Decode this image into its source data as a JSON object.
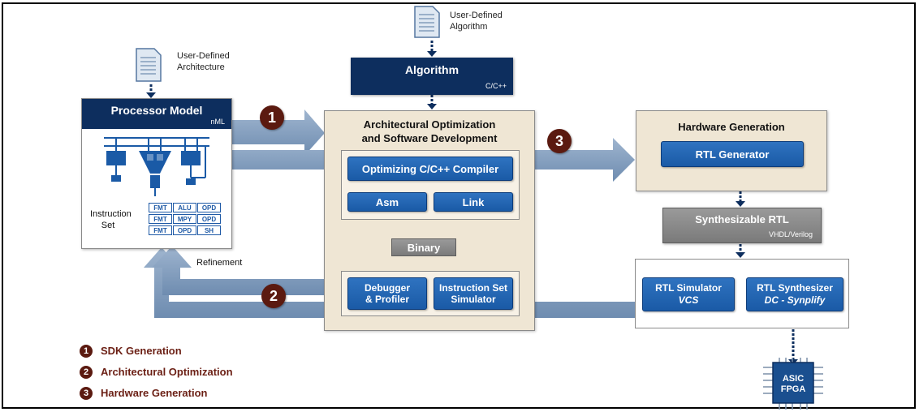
{
  "top_doc": {
    "label_line1": "User-Defined",
    "label_line2": "Algorithm"
  },
  "left_doc": {
    "label_line1": "User-Defined",
    "label_line2": "Architecture"
  },
  "algorithm_box": {
    "title": "Algorithm",
    "tag": "C/C++"
  },
  "processor_model": {
    "title": "Processor Model",
    "tag": "nML",
    "instruction_set_line1": "Instruction",
    "instruction_set_line2": "Set",
    "table": [
      [
        "FMT",
        "ALU",
        "OPD"
      ],
      [
        "FMT",
        "MPY",
        "OPD"
      ],
      [
        "FMT",
        "OPD",
        "SH"
      ]
    ]
  },
  "arch_opt": {
    "title_line1": "Architectural Optimization",
    "title_line2": "and Software Development",
    "compiler": "Optimizing C/C++ Compiler",
    "asm": "Asm",
    "link": "Link",
    "binary": "Binary",
    "debugger_line1": "Debugger",
    "debugger_line2": "& Profiler",
    "iss_line1": "Instruction Set",
    "iss_line2": "Simulator"
  },
  "hw_gen": {
    "title": "Hardware Generation",
    "rtl_generator": "RTL Generator"
  },
  "synth_rtl": {
    "title": "Synthesizable RTL",
    "tag": "VHDL/Verilog"
  },
  "rtl_sim": {
    "line1": "RTL Simulator",
    "line2": "VCS"
  },
  "rtl_synth": {
    "line1": "RTL Synthesizer",
    "line2": "DC - Synplify"
  },
  "chip": {
    "line1": "ASIC",
    "line2": "FPGA"
  },
  "refinement_label": "Refinement",
  "step_markers": [
    "1",
    "2",
    "3"
  ],
  "legend": [
    {
      "num": "1",
      "label": "SDK Generation"
    },
    {
      "num": "2",
      "label": "Architectural Optimization"
    },
    {
      "num": "3",
      "label": "Hardware Generation"
    }
  ],
  "colors": {
    "navy": "#0d2e5e",
    "blue": "#1a5aa6",
    "beige": "#efe6d4",
    "marker": "#5b1a10",
    "arrow": "#7f9ab8"
  }
}
